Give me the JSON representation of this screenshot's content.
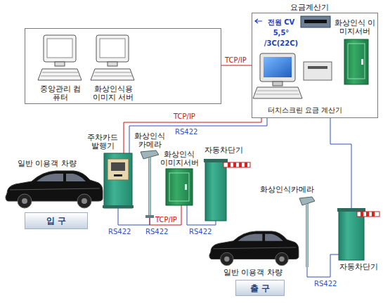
{
  "diagram": {
    "nodes": [
      {
        "text": [
          "중앙관리 컴퓨터",
          "화상인식용 이미지 서버"
        ]
      },
      {
        "text": [
          "요금계산기",
          "전원 CV 5,5° /3C(22C)",
          "화상인식 이미지서버",
          "터치스크린 요금 계산기"
        ]
      },
      {
        "text": [
          "주차카드 발행기"
        ]
      },
      {
        "text": [
          "화상인식 카메라"
        ]
      },
      {
        "text": [
          "화상인식 이미지서버"
        ]
      },
      {
        "text": [
          "자동차단기"
        ]
      },
      {
        "text": [
          "입 구"
        ]
      },
      {
        "text": [
          "화상인식카메라"
        ]
      },
      {
        "text": [
          "자동차단기"
        ]
      },
      {
        "text": [
          "출 구"
        ]
      }
    ],
    "edges": [
      {
        "from": 0,
        "to": 1,
        "arrow": "none",
        "label": "TCP/IP"
      },
      {
        "from": 1,
        "to": 2,
        "arrow": "none",
        "label": "TCP/IP"
      },
      {
        "from": 1,
        "to": 2,
        "arrow": "none",
        "label": "RS422"
      },
      {
        "from": 1,
        "to": 8,
        "arrow": "none"
      },
      {
        "from": 2,
        "to": 3,
        "arrow": "none",
        "label": "RS422"
      },
      {
        "from": 3,
        "to": 4,
        "arrow": "none",
        "label": "TCP/IP"
      },
      {
        "from": 4,
        "to": 5,
        "arrow": "none",
        "label": "RS422"
      },
      {
        "from": 7,
        "to": 8,
        "arrow": "none",
        "label": "RS422"
      }
    ],
    "labels": [
      "일반 이용객 차량",
      "RS422",
      "일반 이용객 차량"
    ]
  }
}
